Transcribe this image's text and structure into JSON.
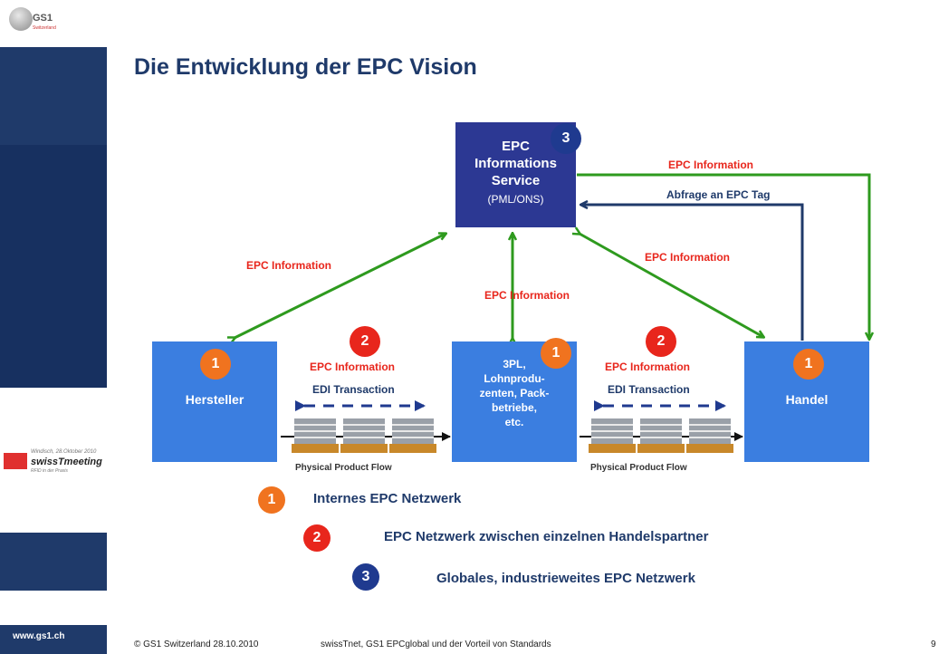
{
  "logo": {
    "text": "GS1",
    "sub": "Switzerland"
  },
  "title": "Die Entwicklung der EPC Vision",
  "eis_box": {
    "line1": "EPC",
    "line2": "Informations",
    "line3": "Service",
    "line4": "(PML/ONS)"
  },
  "hersteller": "Hersteller",
  "threepl": {
    "line1": "3PL,",
    "line2": "Lohnprodu-",
    "line3": "zenten, Pack-",
    "line4": "betriebe,",
    "line5": "etc."
  },
  "handel": "Handel",
  "badges": {
    "one": "1",
    "two": "2",
    "three": "3"
  },
  "labels": {
    "epc_information": "EPC Information",
    "abfrage": "Abfrage an EPC Tag",
    "edi_transaction": "EDI Transaction",
    "physical_flow": "Physical Product Flow"
  },
  "legend": [
    {
      "num": "1",
      "text": "Internes EPC Netzwerk"
    },
    {
      "num": "2",
      "text": "EPC Netzwerk zwischen einzelnen Handelspartner"
    },
    {
      "num": "3",
      "text": "Globales, industrieweites EPC Netzwerk"
    }
  ],
  "meeting": {
    "date": "Windisch, 28.Oktober 2010",
    "name": "swissTmeeting",
    "sub": "RFID in der Praxis"
  },
  "footer": {
    "website": "www.gs1.ch",
    "copyright": "© GS1 Switzerland 28.10.2010",
    "subject": "swissTnet, GS1 EPCglobal und der Vorteil von Standards",
    "page": "9"
  },
  "colors": {
    "navy": "#1f3a6a",
    "box_blue": "#3b7ee0",
    "eis_blue": "#2c3893",
    "green": "#2e9a1e",
    "red": "#e8261c",
    "orange": "#f0731f"
  }
}
